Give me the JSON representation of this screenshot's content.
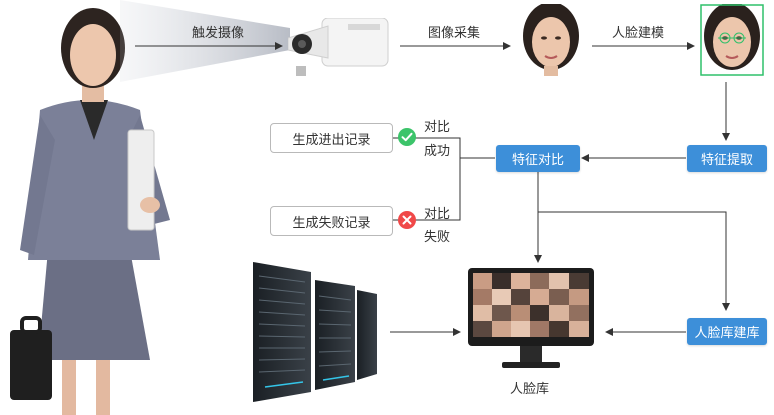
{
  "labels": {
    "trigger": "触发摄像",
    "capture": "图像采集",
    "modeling": "人脸建模",
    "success_line1": "对比",
    "success_line2": "成功",
    "fail_line1": "对比",
    "fail_line2": "失败",
    "face_db_caption": "人脸库"
  },
  "boxes": {
    "record_in_out": "生成进出记录",
    "record_fail": "生成失败记录",
    "feature_compare": "特征对比",
    "feature_extract": "特征提取",
    "face_db": "人脸库建库"
  },
  "colors": {
    "accent": "#3d8fd9",
    "success": "#3cc46a",
    "fail": "#f04848"
  },
  "icons": {
    "success": "check-circle-icon",
    "fail": "cross-circle-icon"
  }
}
